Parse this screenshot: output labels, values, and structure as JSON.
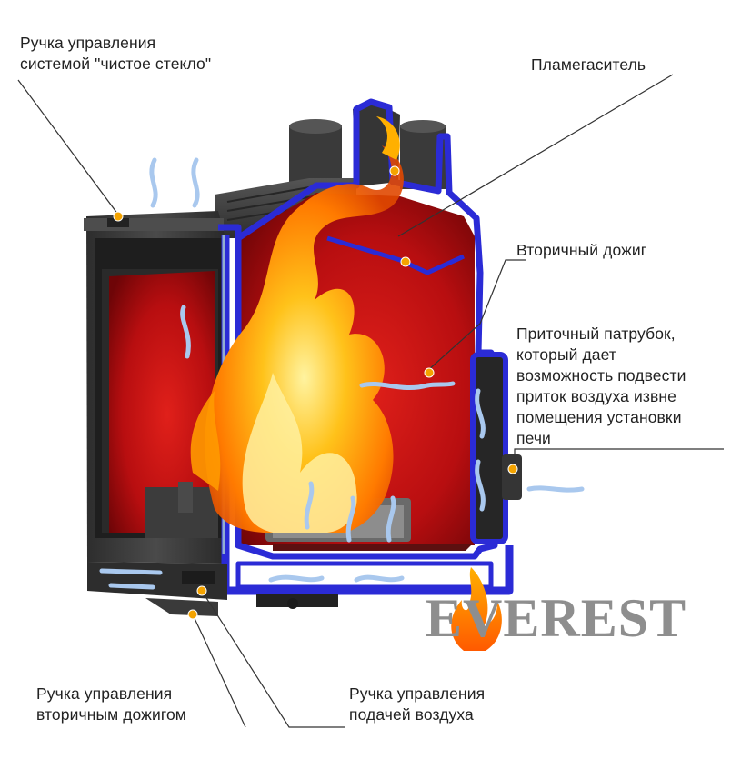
{
  "labels": {
    "clean_glass_handle": {
      "line1": "Ручка управления",
      "line2": "системой \"чистое стекло\""
    },
    "flame_damper": {
      "line1": "Пламегаситель"
    },
    "secondary_burn": {
      "line1": "Вторичный дожиг"
    },
    "intake_pipe": {
      "line1": "Приточный патрубок,",
      "line2": "который дает",
      "line3": "возможность подвести",
      "line4": "приток воздуха извне",
      "line5": "помещения установки",
      "line6": "печи"
    },
    "secondary_burn_handle": {
      "line1": "Ручка управления",
      "line2": "вторичным дожигом"
    },
    "air_supply_handle": {
      "line1": "Ручка управления",
      "line2": "подачей воздуха"
    }
  },
  "logo": {
    "text": "EVEREST"
  },
  "colors": {
    "frame": "#3d3d3d",
    "blue_section": "#2b2bd6",
    "chamber_red": "#b80e10",
    "flame_orange": "#ff8a00",
    "flame_yellow": "#ffd23a",
    "air_arrow": "#a9c8ee",
    "marker": "#f4a300",
    "leader_line": "#333333"
  }
}
